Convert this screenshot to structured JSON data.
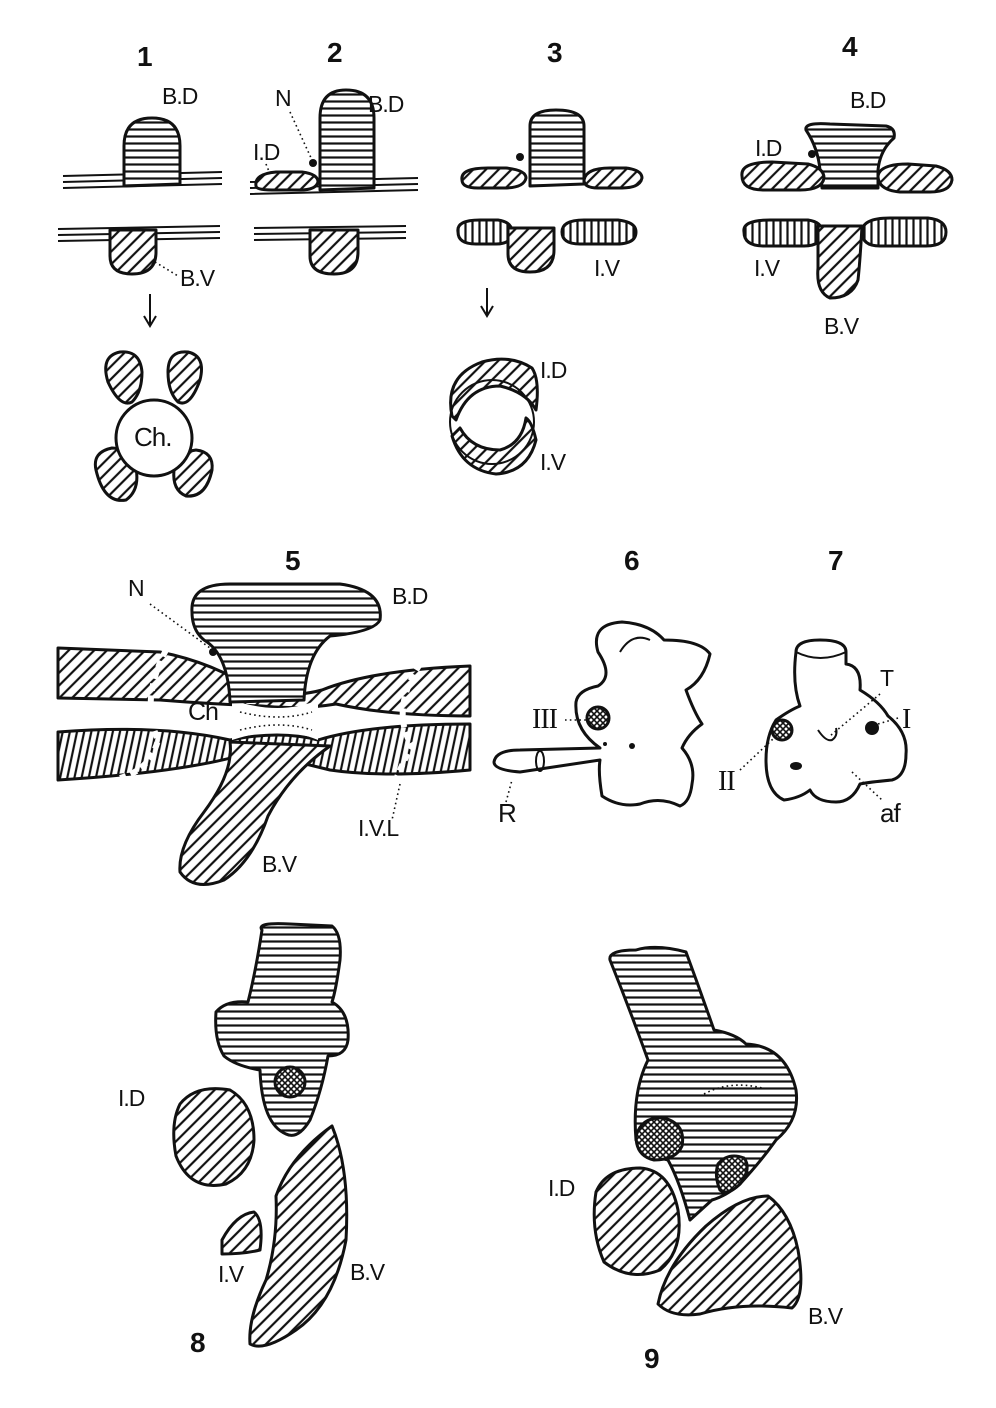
{
  "figure_numbers": {
    "f1": "1",
    "f2": "2",
    "f3": "3",
    "f4": "4",
    "f5": "5",
    "f6": "6",
    "f7": "7",
    "f8": "8",
    "f9": "9"
  },
  "labels": {
    "fig1": {
      "bd": "B.D",
      "bv": "B.V",
      "ch": "Ch."
    },
    "fig2": {
      "n": "N",
      "bd": "B.D",
      "id": "I.D"
    },
    "fig3": {
      "iv": "I.V",
      "id_ring": "I.D",
      "iv_ring": "I.V"
    },
    "fig4": {
      "bd": "B.D",
      "id": "I.D",
      "iv": "I.V",
      "bv": "B.V"
    },
    "fig5": {
      "n": "N",
      "bd": "B.D",
      "ch": "Ch",
      "ivl": "I.V.L",
      "bv": "B.V"
    },
    "fig6": {
      "iii": "III",
      "r": "R"
    },
    "fig7": {
      "t": "T",
      "i": "I",
      "ii": "II",
      "af": "af"
    },
    "fig8": {
      "id": "I.D",
      "iv": "I.V",
      "bv": "B.V"
    },
    "fig9": {
      "id": "I.D",
      "bv": "B.V"
    }
  },
  "colors": {
    "ink": "#111111",
    "paper": "#ffffff"
  }
}
